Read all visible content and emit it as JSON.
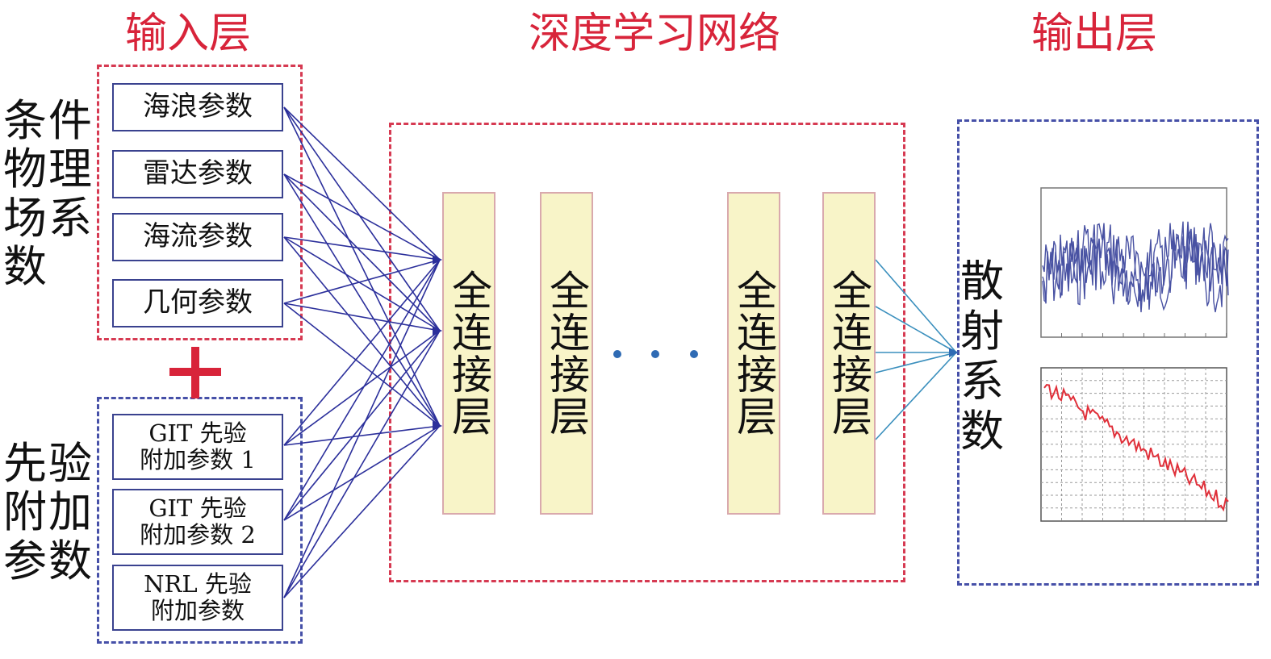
{
  "titles": {
    "input_layer": "输入层",
    "deep_network": "深度学习网络",
    "output_layer": "输出层"
  },
  "left_labels": {
    "physical": "条件\n物理\n场系\n数",
    "prior": "先验\n附加\n参数"
  },
  "input_params": {
    "wave": "海浪参数",
    "radar": "雷达参数",
    "current": "海流参数",
    "geometry": "几何参数"
  },
  "prior_params": {
    "git1": "GIT 先验\n附加参数 1",
    "git2": "GIT 先验\n附加参数 2",
    "nrl": "NRL 先验\n附加参数"
  },
  "layers": [
    "全连接层",
    "全连接层",
    "全连接层",
    "全连接层"
  ],
  "output_label": "散\n射\n系\n数",
  "colors": {
    "title_red": "#d8243a",
    "input_border_red": "#d63a52",
    "prior_border_blue": "#4650a8",
    "layer_fill": "#f8f4c8",
    "connection_blue": "#2b2f9b",
    "output_connection": "#3a8fbd",
    "series_blue": "#2a3593",
    "series_red": "#e0303a"
  }
}
